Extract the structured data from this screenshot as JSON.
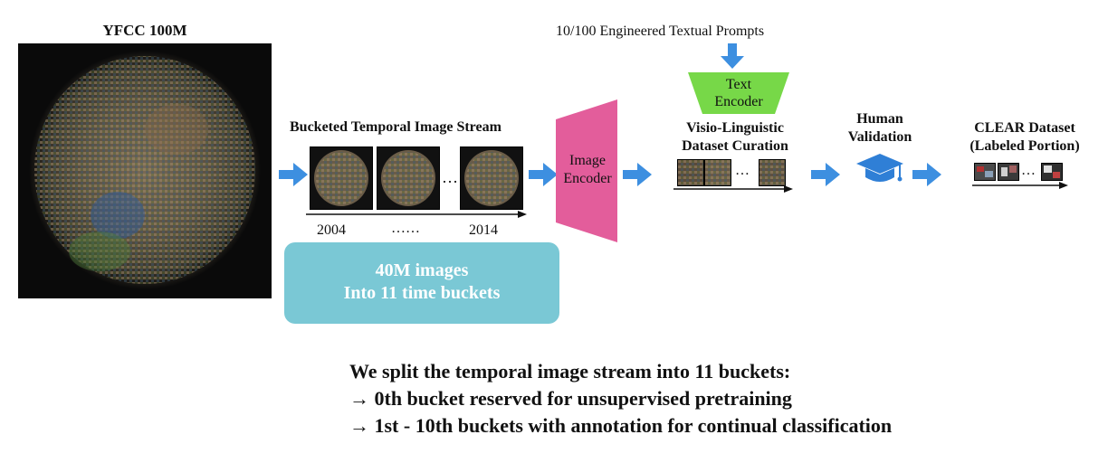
{
  "source": {
    "title": "YFCC 100M"
  },
  "stream": {
    "title": "Bucketed Temporal Image Stream",
    "ellipsis": "…",
    "year_start": "2004",
    "year_dots": "……",
    "year_end": "2014"
  },
  "callout": {
    "line1": "40M images",
    "line2": "Into 11 time buckets"
  },
  "image_encoder": {
    "line1": "Image",
    "line2": "Encoder"
  },
  "prompts": {
    "label": "10/100 Engineered Textual Prompts"
  },
  "text_encoder": {
    "line1": "Text",
    "line2": "Encoder"
  },
  "curation": {
    "line1": "Visio-Linguistic",
    "line2": "Dataset Curation",
    "ellipsis": "…"
  },
  "validation": {
    "line1": "Human",
    "line2": "Validation"
  },
  "clear": {
    "line1": "CLEAR Dataset",
    "line2": "(Labeled Portion)",
    "ellipsis": "…"
  },
  "caption": {
    "line1": "We split the temporal image stream into 11 buckets:",
    "line2": "→ 0th bucket reserved for unsupervised pretraining",
    "line3": "→ 1st - 10th buckets with annotation for continual classification"
  },
  "colors": {
    "arrow": "#3d8fe0",
    "image_encoder": "#e35d9b",
    "text_encoder": "#77d848",
    "callout": "#7ac8d5",
    "cap_icon": "#2f7fd6"
  }
}
